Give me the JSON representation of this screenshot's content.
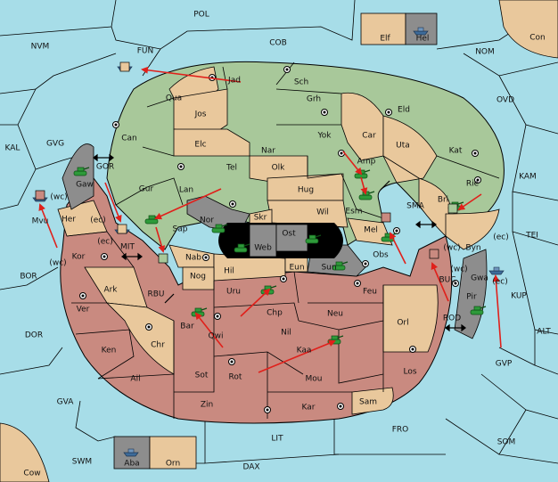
{
  "colors": {
    "sea": "#a7dde8",
    "neutral": "#e9c89c",
    "green": "#a8c89a",
    "red": "#c98a80",
    "gray": "#8d8d8d",
    "black": "#000000",
    "order": "#e0201b",
    "unit": "#2e9a3a"
  },
  "seas": {
    "POL": "POL",
    "NVM": "NVM",
    "COB": "COB",
    "FUN": "FUN",
    "NOM": "NOM",
    "OVD": "OVD",
    "KAL": "KAL",
    "GVG": "GVG",
    "GOR": "GOR",
    "KAM": "KAM",
    "SMA": "SMA",
    "TEI": "TEI",
    "MIT": "MIT",
    "BOR": "BOR",
    "RBU": "RBU",
    "BUC": "BUC",
    "KUP": "KUP",
    "DOR": "DOR",
    "ROD": "ROD",
    "ALT": "ALT",
    "GVP": "GVP",
    "GVA": "GVA",
    "FRO": "FRO",
    "SOM": "SOM",
    "LIT": "LIT",
    "SWM": "SWM",
    "DAX": "DAX"
  },
  "lands": {
    "Con": "Con",
    "Elf": "Elf",
    "Hel": "Hel",
    "Jad": "Jad",
    "Sch": "Sch",
    "Qua": "Qua",
    "Jos": "Jos",
    "Grh": "Grh",
    "Eld": "Eld",
    "Can": "Can",
    "Yok": "Yok",
    "Car": "Car",
    "Uta": "Uta",
    "Elc": "Elc",
    "Nar": "Nar",
    "Kat": "Kat",
    "Tel": "Tel",
    "Olk": "Olk",
    "Amp": "Amp",
    "Gaw": "Gaw",
    "Gur": "Gur",
    "Lan": "Lan",
    "Hug": "Hug",
    "Rie": "Rie",
    "Bri": "Bri",
    "Esm": "Esm",
    "Wil": "Wil",
    "Her": "Her",
    "Mvu": "Mvu",
    "Nor": "Nor",
    "Skr": "Skr",
    "Ost": "Ost",
    "Sap": "Sap",
    "Web": "Web",
    "Mel": "Mel",
    "Byn": "Byn",
    "Kor": "Kor",
    "Nab": "Nab",
    "Eun": "Eun",
    "Sun": "Sun",
    "Obs": "Obs",
    "Hil": "Hil",
    "Gwa": "Gwa",
    "Ark": "Ark",
    "Nog": "Nog",
    "Uru": "Uru",
    "Feu": "Feu",
    "Pir": "Pir",
    "Ver": "Ver",
    "Chp": "Chp",
    "Neu": "Neu",
    "Orl": "Orl",
    "Bar": "Bar",
    "Qwi": "Qwi",
    "Nil": "Nil",
    "Chr": "Chr",
    "Ken": "Ken",
    "Kaa": "Kaa",
    "Ail": "Ail",
    "Sot": "Sot",
    "Rot": "Rot",
    "Mou": "Mou",
    "Los": "Los",
    "Zin": "Zin",
    "Kar": "Kar",
    "Sam": "Sam",
    "Aba": "Aba",
    "Orn": "Orn",
    "Cow": "Cow"
  },
  "coast_tags": {
    "wc1": "(wc)",
    "ec1": "(ec)",
    "ec2": "(ec)",
    "wc2": "(wc)",
    "wc3": "(wc)",
    "ec3": "(ec)",
    "wc4": "(wc)",
    "ec4": "(ec)"
  }
}
